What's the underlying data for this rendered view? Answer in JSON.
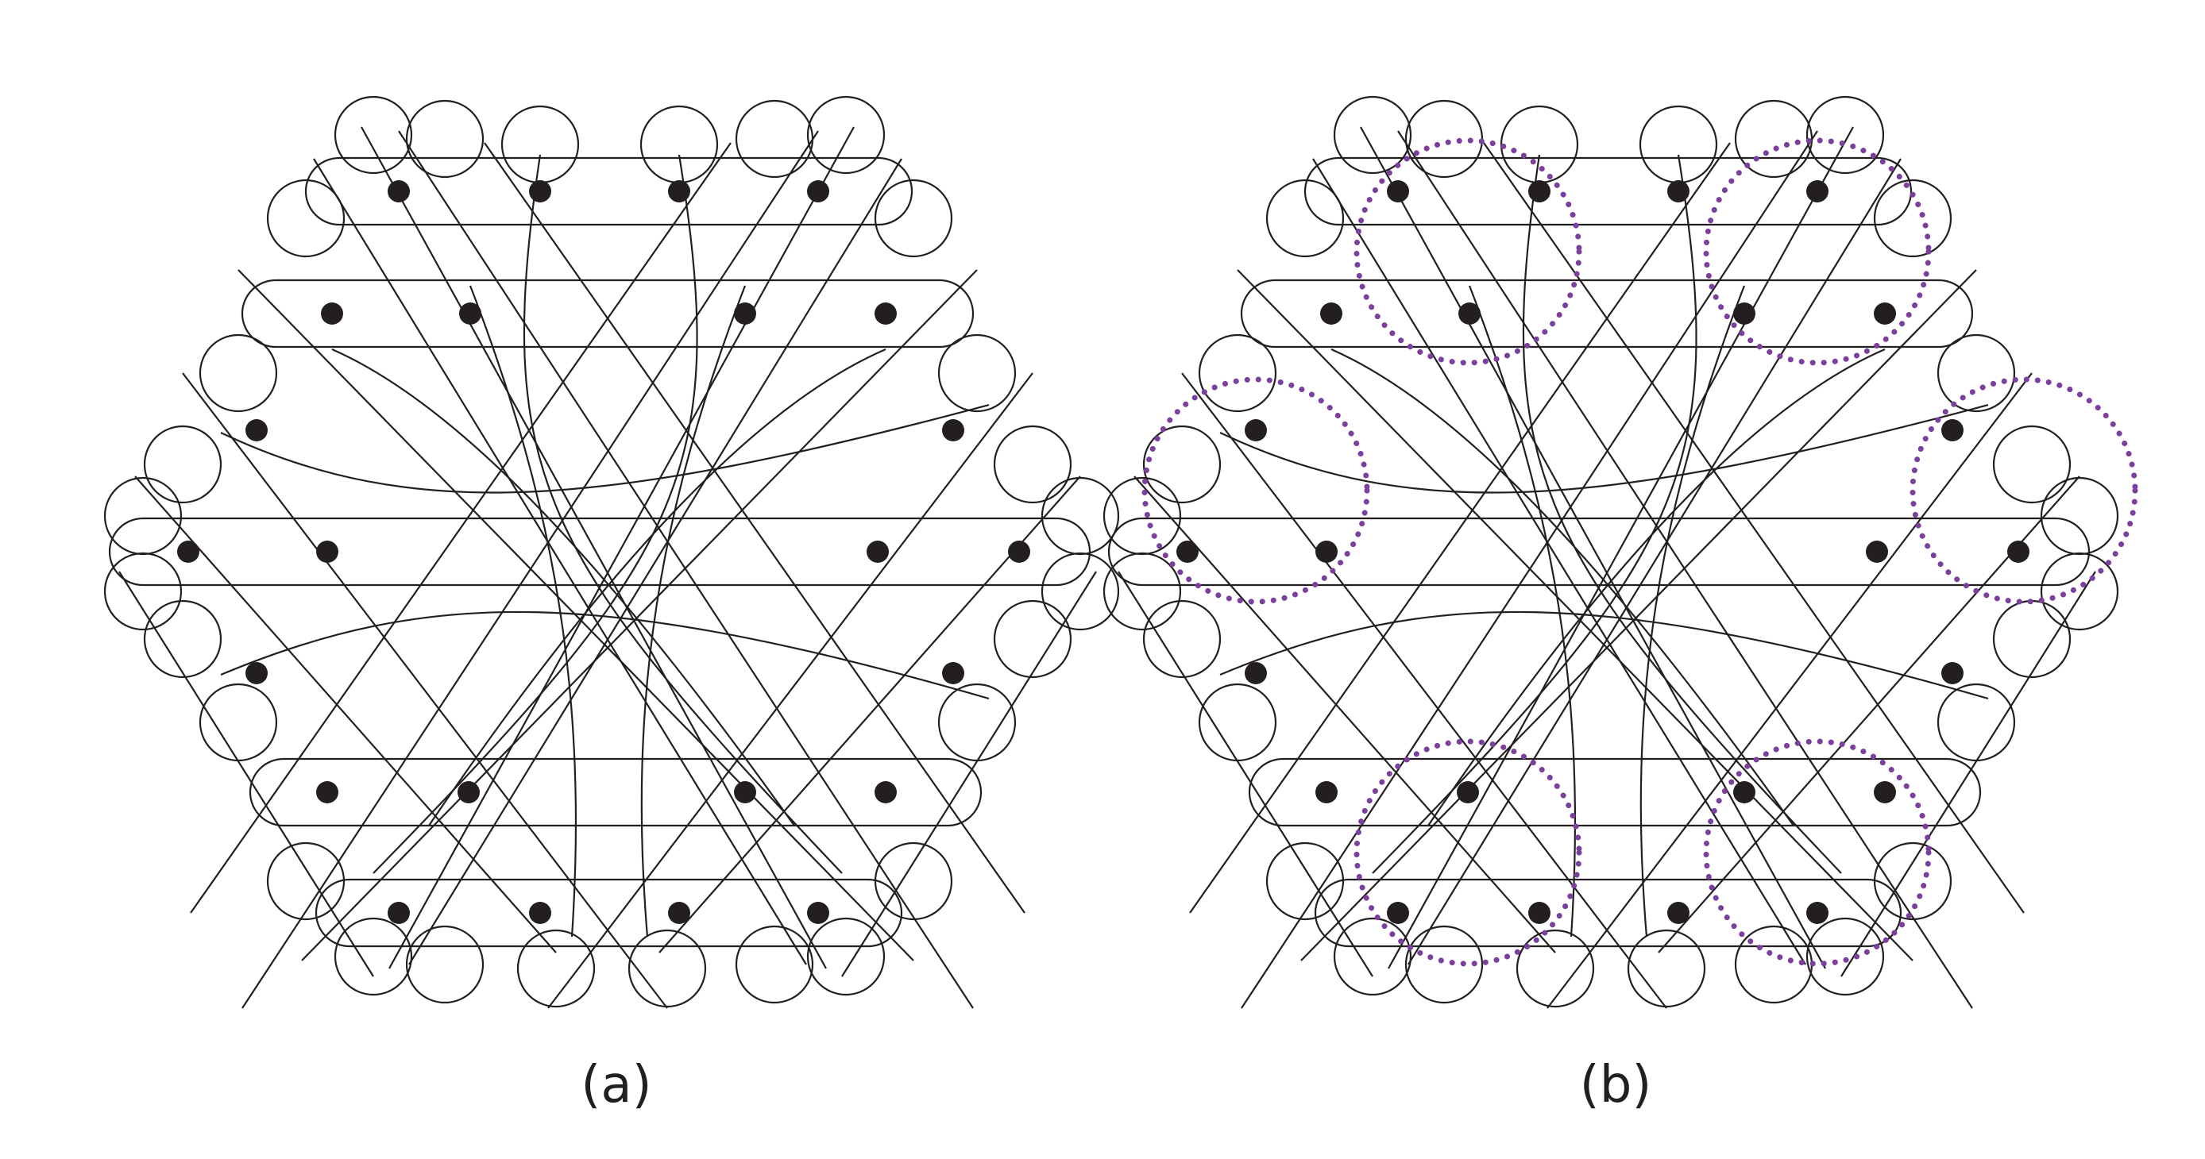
{
  "panels": [
    {
      "id": "a",
      "caption": "(a)",
      "show_groups": false
    },
    {
      "id": "b",
      "caption": "(b)",
      "show_groups": true
    }
  ],
  "colors": {
    "background": "#ffffff",
    "stroke": "#231f20",
    "dot": "#231f20",
    "group_circle": "#7b3f9e"
  },
  "diagram": {
    "dot_count": 24,
    "group_count": 6,
    "group_circle_style": "dotted"
  }
}
